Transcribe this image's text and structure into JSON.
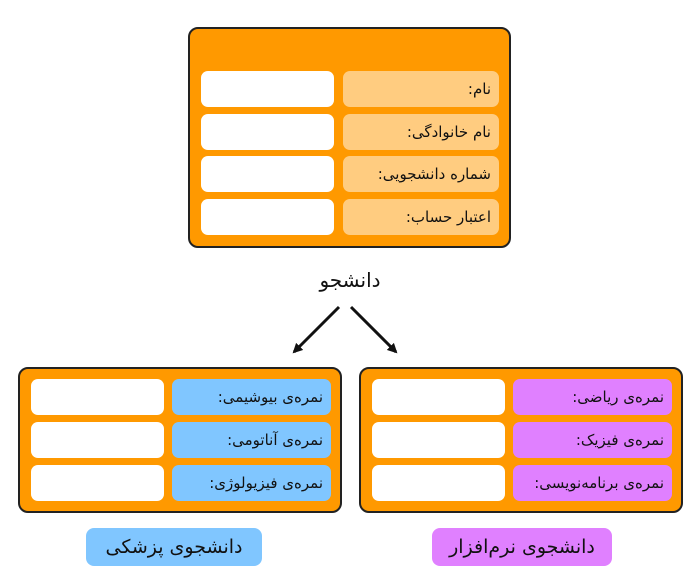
{
  "student": {
    "fields": [
      "نام:",
      "نام خانوادگی:",
      "شماره دانشجویی:",
      "اعتبار حساب:"
    ],
    "caption": "دانشجو"
  },
  "medical": {
    "fields": [
      "نمره‌ی بیوشیمی:",
      "نمره‌ی آناتومی:",
      "نمره‌ی فیزیولوژی:"
    ],
    "caption": "دانشجوی پزشکی"
  },
  "software": {
    "fields": [
      "نمره‌ی ریاضی:",
      "نمره‌ی فیزیک:",
      "نمره‌ی برنامه‌نویسی:"
    ],
    "caption": "دانشجوی نرم‌افزار"
  },
  "colors": {
    "card": "#ff9900",
    "student_label": "#ffcc80",
    "medical_label": "#80c6ff",
    "software_label": "#e080ff"
  }
}
